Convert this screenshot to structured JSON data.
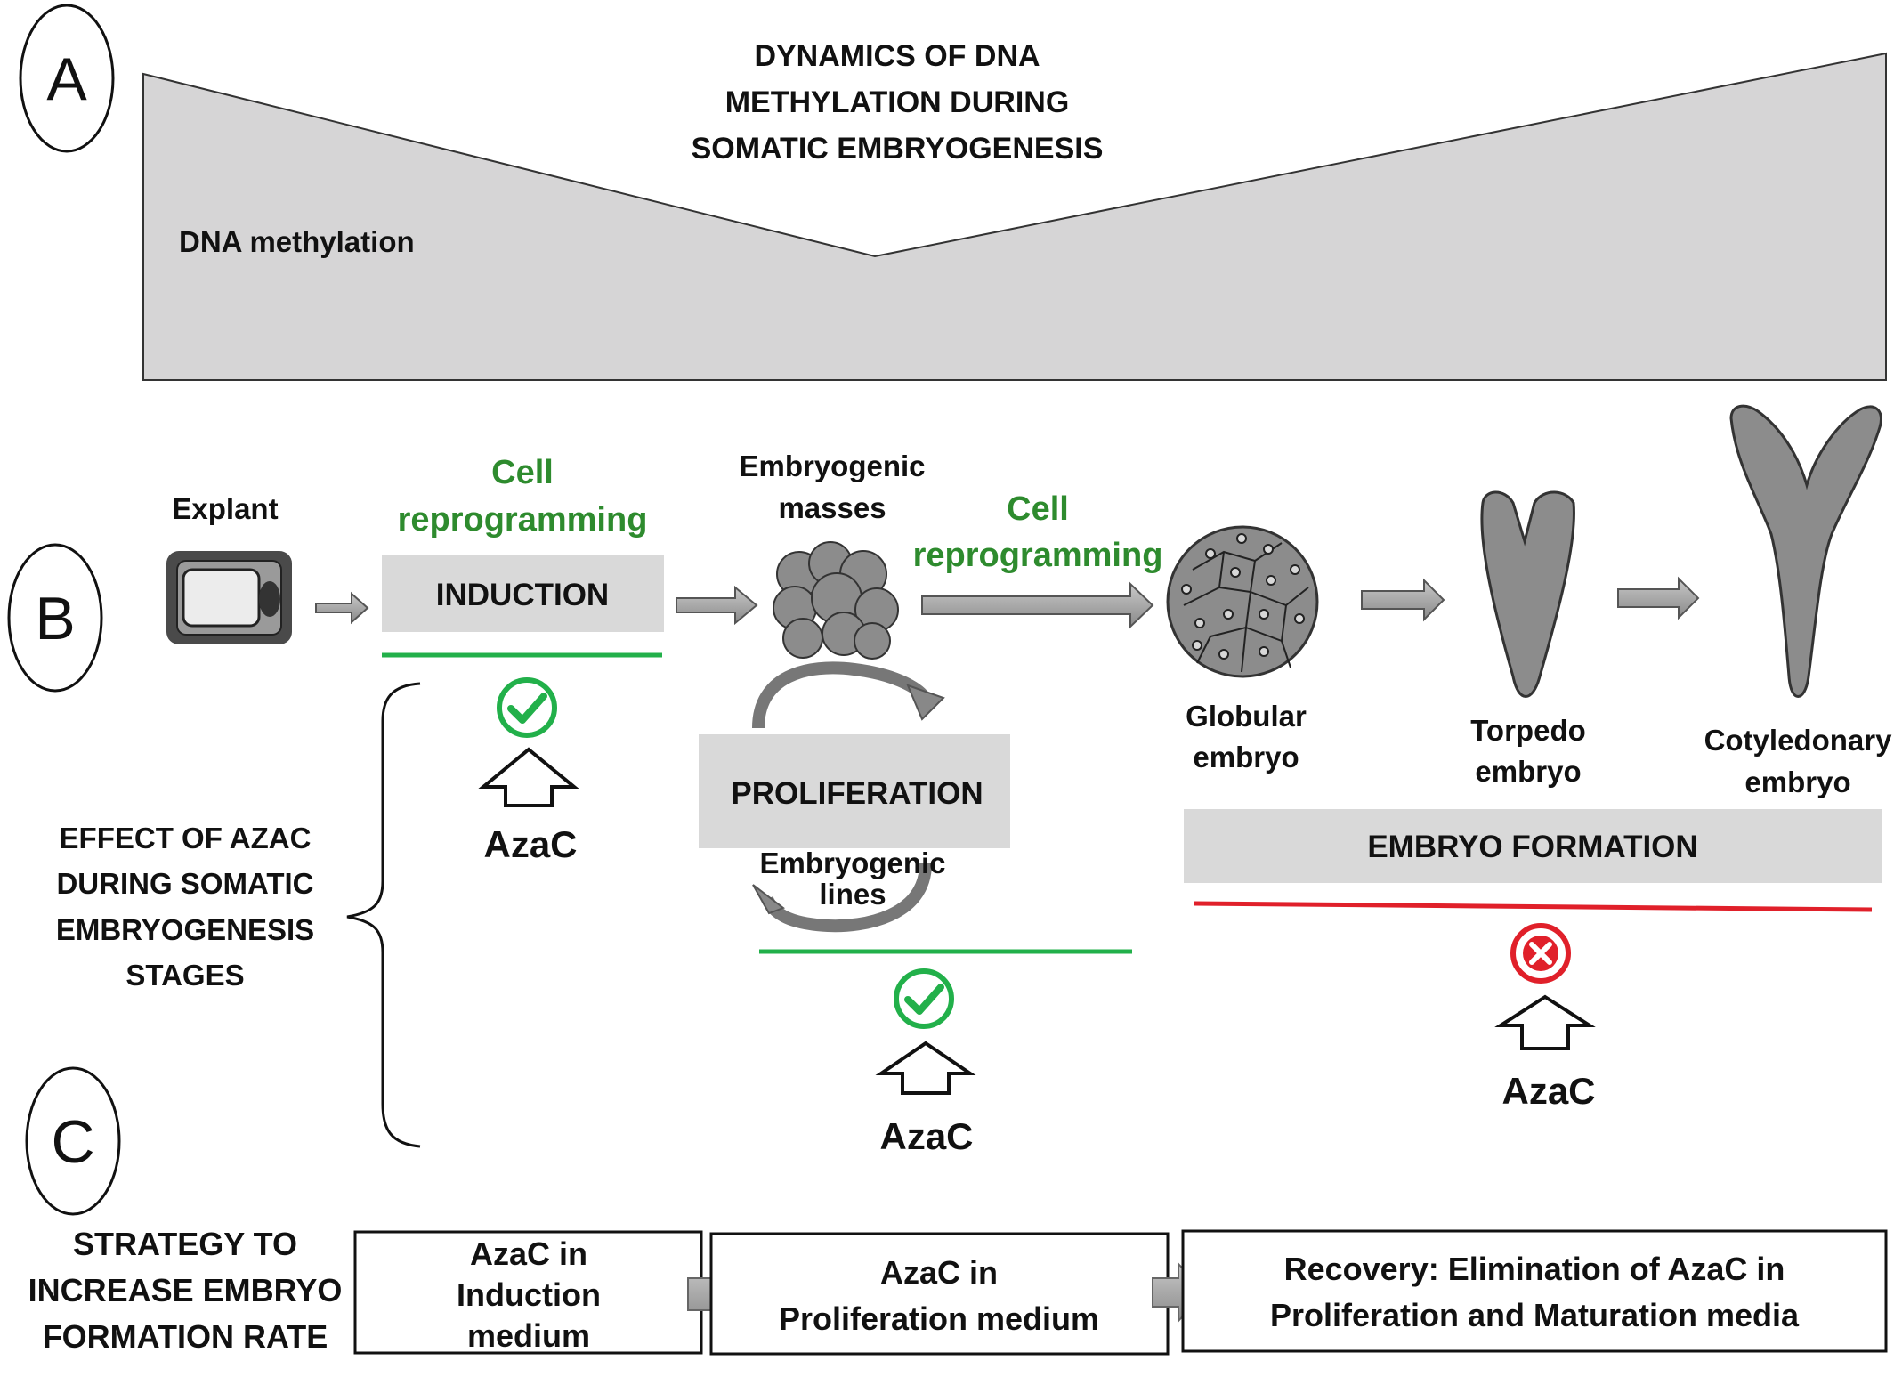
{
  "panel_a": {
    "letter": "A",
    "title_lines": [
      "DYNAMICS OF DNA",
      "METHYLATION  DURING",
      "SOMATIC EMBRYOGENESIS"
    ],
    "y_label": "DNA methylation"
  },
  "panel_b": {
    "letter": "B",
    "explant_label": "Explant",
    "cell_reprogramming_1": [
      "Cell",
      "reprogramming"
    ],
    "induction_label": "INDUCTION",
    "embryogenic_masses": [
      "Embryogenic",
      "masses"
    ],
    "cell_reprogramming_2": [
      "Cell",
      "reprogramming"
    ],
    "proliferation_label": "PROLIFERATION",
    "embryogenic_lines": [
      "Embryogenic",
      "lines"
    ],
    "globular": [
      "Globular",
      "embryo"
    ],
    "torpedo": [
      "Torpedo",
      "embryo"
    ],
    "cotyledonary": [
      "Cotyledonary",
      "embryo"
    ],
    "embryo_formation_label": "EMBRYO FORMATION",
    "effect_lines": [
      "EFFECT OF AZAC",
      "DURING SOMATIC",
      "EMBRYOGENESIS",
      "STAGES"
    ],
    "azac_1": "AzaC",
    "azac_2": "AzaC",
    "azac_3": "AzaC"
  },
  "panel_c": {
    "letter": "C",
    "strategy_lines": [
      "STRATEGY TO",
      "INCREASE EMBRYO",
      "FORMATION RATE"
    ],
    "box1": [
      "AzaC  in",
      "Induction",
      "medium"
    ],
    "box2": [
      "AzaC in",
      "Proliferation medium"
    ],
    "box3": [
      "Recovery: Elimination of AzaC in",
      "Proliferation and Maturation media"
    ]
  },
  "colors": {
    "green": "#2e8b2e",
    "check_green": "#22b04a",
    "red": "#e0202a",
    "gray_box": "#d9d9d9",
    "methylation_fill": "#d6d5d6"
  }
}
